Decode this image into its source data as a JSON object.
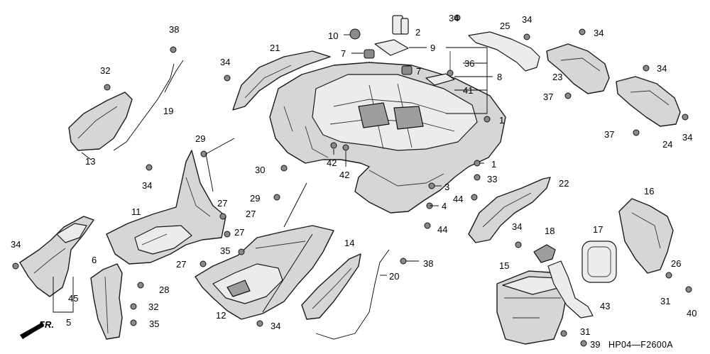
{
  "diagram_code": "HP04—F2600A",
  "callouts": {
    "c1a": "1",
    "c1b": "1",
    "c2": "2",
    "c3": "3",
    "c4": "4",
    "c5": "5",
    "c6": "6",
    "c7a": "7",
    "c7b": "7",
    "c8": "8",
    "c9": "9",
    "c10": "10",
    "c11": "11",
    "c12": "12",
    "c13": "13",
    "c14": "14",
    "c15": "15",
    "c16": "16",
    "c17": "17",
    "c18": "18",
    "c19": "19",
    "c20": "20",
    "c21": "21",
    "c22": "22",
    "c23": "23",
    "c24": "24",
    "c25": "25",
    "c26": "26",
    "c27a": "27",
    "c27b": "27",
    "c27c": "27",
    "c27d": "27",
    "c28": "28",
    "c29a": "29",
    "c29b": "29",
    "c30": "30",
    "c31a": "31",
    "c31b": "31",
    "c32a": "32",
    "c32b": "32",
    "c33": "33",
    "c34a": "34",
    "c34b": "34",
    "c34c": "34",
    "c34d": "34",
    "c34e": "34",
    "c34f": "34",
    "c34g": "34",
    "c34h": "34",
    "c34i": "34",
    "c34j": "34",
    "c35a": "35",
    "c35b": "35",
    "c36": "36",
    "c37a": "37",
    "c37b": "37",
    "c38a": "38",
    "c38b": "38",
    "c39": "39",
    "c40": "40",
    "c41": "41",
    "c42a": "42",
    "c42b": "42",
    "c43": "43",
    "c44a": "44",
    "c44b": "44",
    "c45": "45"
  }
}
